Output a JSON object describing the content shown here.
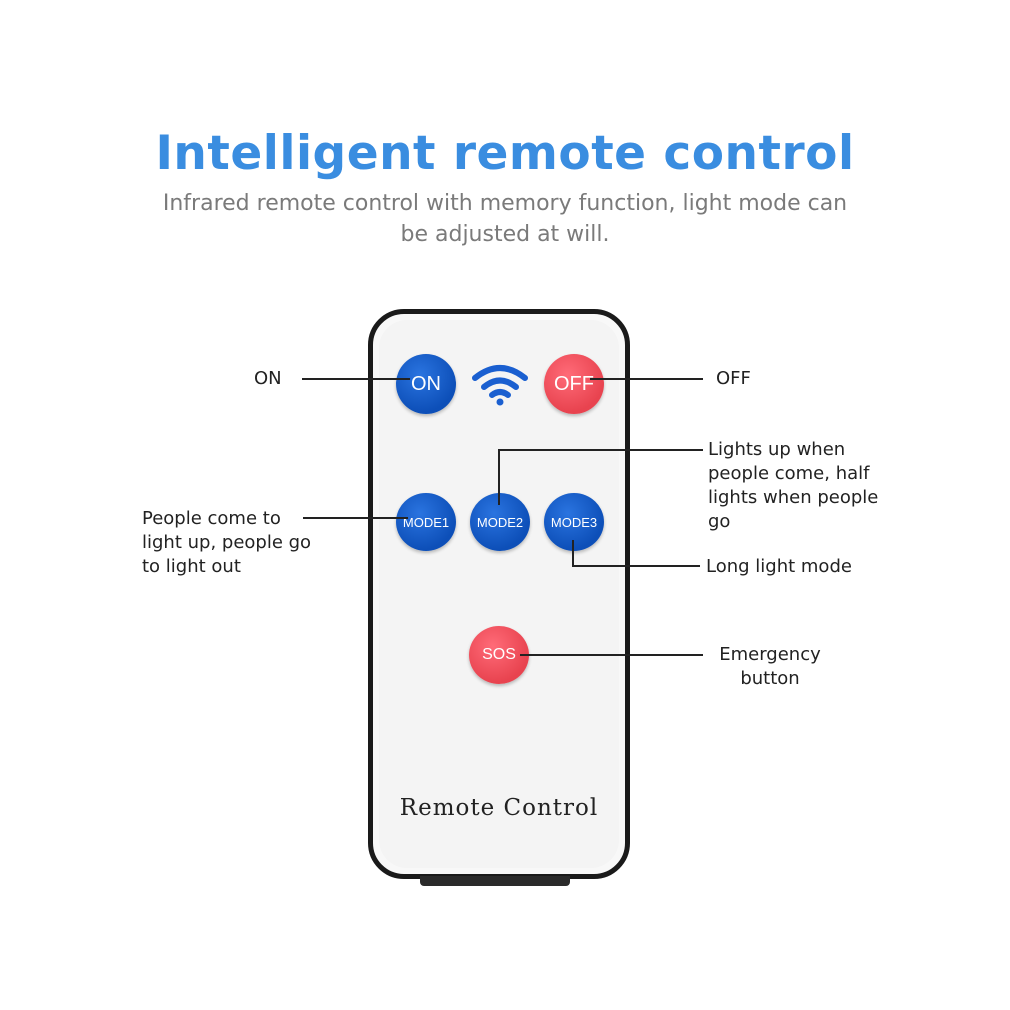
{
  "title": "Intelligent remote control",
  "subtitle": "Infrared remote control with memory function, light mode can be adjusted at will.",
  "remote": {
    "label": "Remote Control",
    "buttons": {
      "on": "ON",
      "off": "OFF",
      "mode1": "MODE1",
      "mode2": "MODE2",
      "mode3": "MODE3",
      "sos": "SOS"
    },
    "signal_icon": "wifi-icon"
  },
  "callouts": {
    "on": "ON",
    "off": "OFF",
    "mode1": "People come to light up, people go to light out",
    "mode2": "Lights up when people come, half lights when people go",
    "mode3": "Long light mode",
    "sos": "Emergency button"
  },
  "colors": {
    "title": "#3a8de0",
    "blue_button": "#0d4fb8",
    "red_button": "#e8434f"
  }
}
